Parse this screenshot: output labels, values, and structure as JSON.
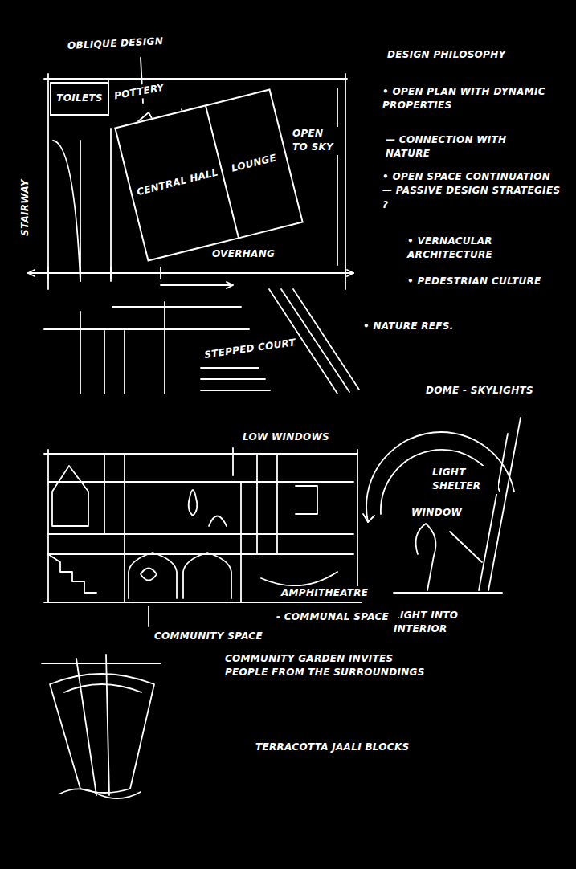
{
  "diagram": {
    "nodes": [
      {
        "text": [
          "TOILETS"
        ]
      },
      {
        "text": [
          "CENTRAL HALL"
        ]
      },
      {
        "text": [
          "LOUNGE"
        ]
      }
    ],
    "labels": [
      "OBLIQUE DESIGN",
      "POTTERY",
      "OPEN TO SKY",
      "STAIRWAY",
      "OVERHANG",
      "DESIGN PHILOSOPHY",
      "• OPEN PLAN WITH DYNAMIC PROPERTIES",
      "— CONNECTION WITH NATURE",
      "• OPEN SPACE CONTINUATION — PASSIVE DESIGN STRATEGIES ?",
      "• VERNACULAR ARCHITECTURE",
      "• PEDESTRIAN CULTURE",
      "• NATURE REFS.",
      "STEPPED COURT",
      "LOW WINDOWS",
      "DOME - SKYLIGHTS",
      "LIGHT SHELTER",
      "WINDOW",
      "LIGHT INTO INTERIOR",
      "AMPHITHEATRE",
      "- COMMUNAL SPACE",
      "COMMUNITY SPACE",
      "COMMUNITY GARDEN INVITES PEOPLE FROM THE SURROUNDINGS",
      "TERRACOTTA JAALI BLOCKS"
    ]
  }
}
